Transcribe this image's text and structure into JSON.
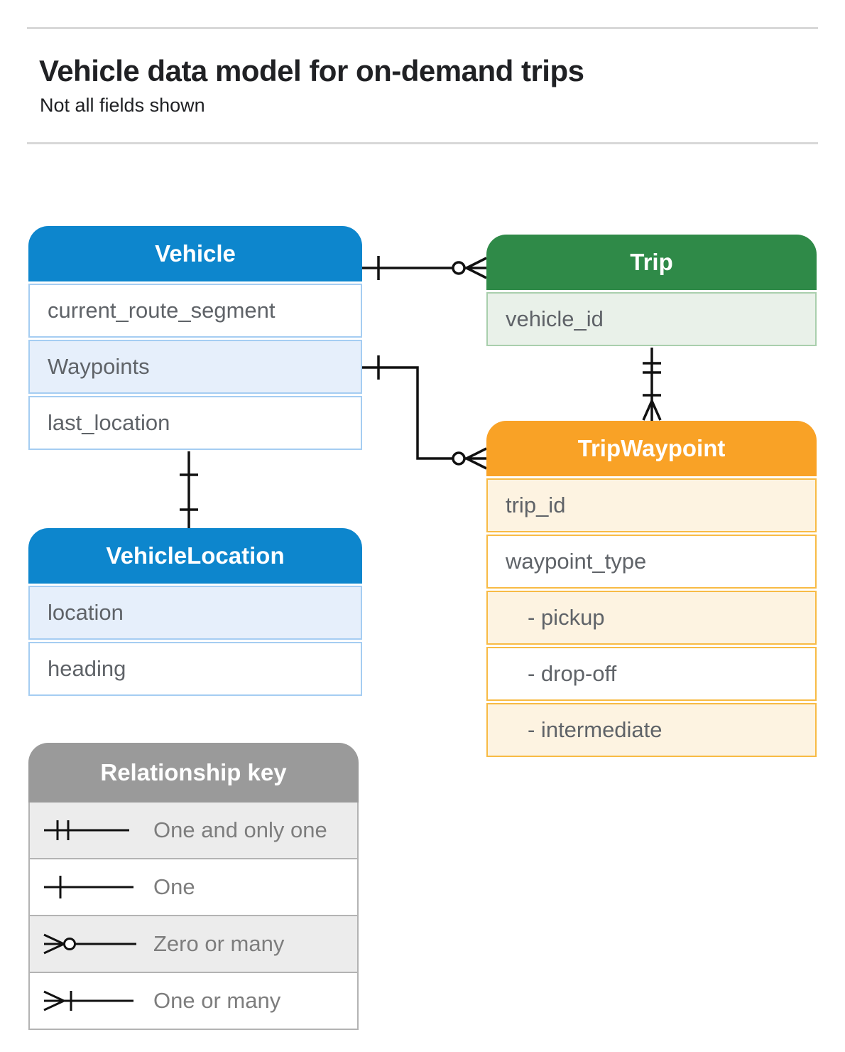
{
  "header": {
    "title": "Vehicle data model for on-demand trips",
    "subtitle": "Not all fields shown"
  },
  "tables": {
    "vehicle": {
      "title": "Vehicle",
      "rows": [
        {
          "label": "current_route_segment",
          "highlighted": false
        },
        {
          "label": "Waypoints",
          "highlighted": true
        },
        {
          "label": "last_location",
          "highlighted": false
        }
      ]
    },
    "trip": {
      "title": "Trip",
      "rows": [
        {
          "label": "vehicle_id",
          "highlighted": true
        }
      ]
    },
    "trip_waypoint": {
      "title": "TripWaypoint",
      "rows": [
        {
          "label": "trip_id",
          "highlighted": true,
          "indented": false
        },
        {
          "label": "waypoint_type",
          "highlighted": false,
          "indented": false
        },
        {
          "label": "- pickup",
          "highlighted": true,
          "indented": true
        },
        {
          "label": "- drop-off",
          "highlighted": false,
          "indented": true
        },
        {
          "label": "- intermediate",
          "highlighted": true,
          "indented": true
        }
      ]
    },
    "vehicle_location": {
      "title": "VehicleLocation",
      "rows": [
        {
          "label": "location",
          "highlighted": true
        },
        {
          "label": "heading",
          "highlighted": false
        }
      ]
    }
  },
  "relationships": [
    {
      "from": "Vehicle",
      "to": "Trip",
      "from_cardinality": "one",
      "to_cardinality": "zero-or-many"
    },
    {
      "from": "Vehicle.Waypoints",
      "to": "TripWaypoint",
      "from_cardinality": "one",
      "to_cardinality": "zero-or-many"
    },
    {
      "from": "Trip",
      "to": "TripWaypoint",
      "from_cardinality": "one-and-only-one",
      "to_cardinality": "one-or-many"
    },
    {
      "from": "Vehicle",
      "to": "VehicleLocation",
      "from_cardinality": "one",
      "to_cardinality": "one"
    }
  ],
  "key": {
    "title": "Relationship key",
    "items": [
      {
        "icon": "one-and-only-one-icon",
        "label": "One and only one"
      },
      {
        "icon": "one-icon",
        "label": "One"
      },
      {
        "icon": "zero-or-many-icon",
        "label": "Zero or many"
      },
      {
        "icon": "one-or-many-icon",
        "label": "One or many"
      }
    ]
  },
  "colors": {
    "vehicle_header": "#0d86cd",
    "vehicle_row_highlight": "#e6effb",
    "vehicle_border": "#a5cdf2",
    "trip_header": "#2f8a48",
    "trip_row_highlight": "#e9f1e9",
    "trip_border": "#a9cfad",
    "trip_waypoint_header": "#f9a226",
    "trip_waypoint_row_highlight": "#fdf3e1",
    "trip_waypoint_border": "#f8bb45",
    "key_header": "#9a9a9a",
    "key_row_shade": "#ececec",
    "connector": "#111111",
    "row_text": "#5f6368",
    "title_text": "#202124"
  }
}
